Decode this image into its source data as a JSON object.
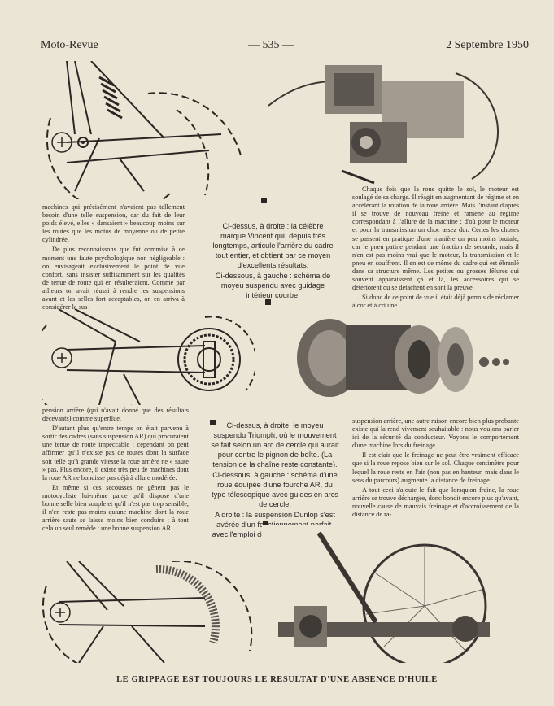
{
  "header": {
    "publication": "Moto-Revue",
    "page_number": "— 535 —",
    "date": "2 Septembre 1950"
  },
  "left_column": {
    "block1": [
      "machines qui précisément n'avaient pas tellement besoin d'une telle suspension, car du fait de leur poids élevé, elles « dansaient » beaucoup moins sur les routes que les motos de moyenne ou de petite cylindrée.",
      "De plus reconnaissons que fut commise à ce moment une faute psychologique non négligeable : on envisageait exclusivement le point de vue confort, sans insister suffisamment sur les qualités de tenue de route qui en résulteraient. Comme par ailleurs on avait réussi à rendre les suspensions avant et les selles fort acceptables, on en arriva à considérer la sus-"
    ],
    "block2": [
      "pension arrière (qui n'avait donné que des résultats décevants) comme superflue.",
      "D'autant plus qu'entre temps on était parvenu à sortir des cadres (sans suspension AR) qui procuraient une tenue de route impeccable ; cependant on peut affirmer qu'il n'existe pas de routes dont la surface soit telle qu'à grande vitesse la roue arrière ne « saute » pas. Plus encore, il existe très peu de machines dont la roue AR ne bondisse pas déjà à allure modérée.",
      "Et même si ces secousses ne gênent pas le motocycliste lui-même parce qu'il dispose d'une bonne selle bien souple et qu'il n'est pas trop sensible, il n'en reste pas moins qu'une machine dont la roue arrière saute se laisse moins bien conduire ; à tout cela un seul remède : une bonne suspension AR."
    ]
  },
  "captions": {
    "caption1": [
      "Ci-dessus, à droite : la célèbre marque Vincent qui, depuis très longtemps, articule l'arrière du cadre tout entier, et obtient par ce moyen d'excellents résultats.",
      "Ci-dessous, à gauche : schéma de moyeu suspendu avec guidage intérieur courbe."
    ],
    "caption2": [
      "Ci-dessus, à droite, le moyeu suspendu Triumph, où le mouvement se fait selon un arc de cercle qui aurait pour centre le pignon de boîte. (La tension de la chaîne reste constante).",
      "Ci-dessous, à gauche : schéma d'une roue équipée d'une fourche AR, du type télescopique avec guides en arcs de cercle.",
      "A droite : la suspension Dunlop s'est avérée d'un fonctionnement parfait, avec l'emploi de blocs en caoutchouc."
    ]
  },
  "right_column": {
    "block1": [
      "Chaque fois que la roue quitte le sol, le moteur est soulagé de sa charge. Il réagit en augmentant de régime et en accélérant la rotation de la roue arrière. Mais l'instant d'après il se trouve de nouveau freiné et ramené au régime correspondant à l'allure de la machine ; d'où pour le moteur et pour la transmission un choc assez dur. Certes les choses se passent en pratique d'une manière un peu moins brutale, car le pneu patine pendant une fraction de seconde, mais il n'en est pas moins vrai que le moteur, la transmission et le pneu en souffrent. Il en est de même du cadre qui est ébranlé dans sa structure même. Les petites ou grosses fêlures qui souvent apparaissent çà et là, les accessoires qui se détériorent ou se détachent en sont la preuve.",
      "Si donc de ce point de vue il était déjà permis de réclamer à cor et à cri une"
    ],
    "block2": [
      "suspension arrière, une autre raison encore bien plus probante existe qui la rend vivement souhaitable : nous voulons parler ici de la sécurité du conducteur. Voyons le comportement d'une machine lors du freinage.",
      "Il est clair que le freinage ne peut être vraiment efficace que si la roue repose bien sur le sol. Chaque centimètre pour lequel la roue reste en l'air (non pas en hauteur, mais dans le sens du parcours) augmente la distance de freinage.",
      "A tout ceci s'ajoute le fait que lorsqu'on freine, la roue arrière se trouve déchargée, donc bondit encore plus qu'avant, nouvelle cause de mauvais freinage et d'accroissement de la distance de ra-"
    ]
  },
  "figures": {
    "fig1": "diagram-swing-arm",
    "fig2": "photo-vincent-rear",
    "fig3": "diagram-hub-curved-guide",
    "fig4": "photo-triumph-hub",
    "fig5": "diagram-telescopic-fork",
    "fig6": "photo-dunlop-suspension"
  },
  "footer": "LE GRIPPAGE EST TOUJOURS LE RESULTAT D'UNE ABSENCE D'HUILE"
}
